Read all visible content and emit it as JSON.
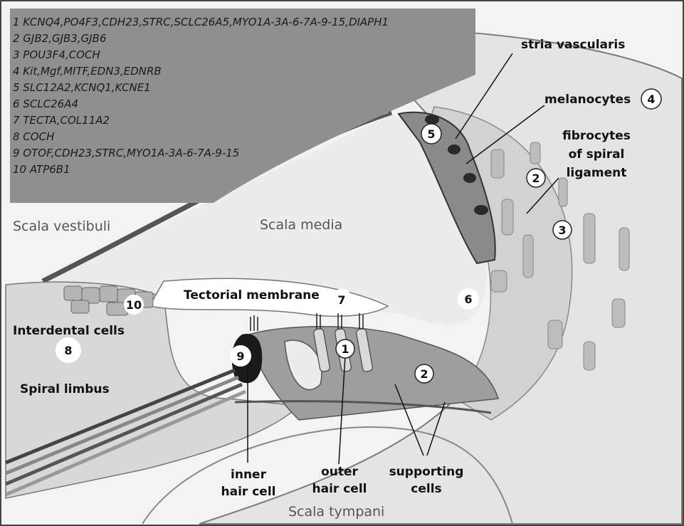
{
  "gene_key": [
    "1 KCNQ4,PO4F3,CDH23,STRC,SCLC26A5,MYO1A-3A-6-7A-9-15,DIAPH1",
    "2 GJB2,GJB3,GJB6",
    "3 POU3F4,COCH",
    "4 Kit,Mgf,MITF,EDN3,EDNRB",
    "5 SLC12A2,KCNQ1,KCNE1",
    "6 SCLC26A4",
    "7 TECTA,COL11A2",
    "8 COCH",
    "9 OTOF,CDH23,STRC,MYO1A-3A-6-7A-9-15",
    "10 ATP6B1"
  ],
  "regions": {
    "scala_vestibuli": "Scala vestibuli",
    "scala_media": "Scala media",
    "scala_tympani": "Scala tympani"
  },
  "labels": {
    "stria_vascularis": "stria vascularis",
    "melanocytes": "melanocytes",
    "fibrocytes_1": "fibrocytes",
    "fibrocytes_2": "of spiral",
    "fibrocytes_3": "ligament",
    "tectorial_membrane": "Tectorial membrane",
    "interdental_cells": "Interdental cells",
    "spiral_limbus": "Spiral limbus",
    "inner_hair_cell_1": "inner",
    "inner_hair_cell_2": "hair cell",
    "outer_hair_cell_1": "outer",
    "outer_hair_cell_2": "hair cell",
    "supporting_cells_1": "supporting",
    "supporting_cells_2": "cells"
  },
  "markers": {
    "m1": "1",
    "m2a": "2",
    "m2b": "2",
    "m3": "3",
    "m4": "4",
    "m5": "5",
    "m6": "6",
    "m7": "7",
    "m8": "8",
    "m9": "9",
    "m10": "10"
  }
}
